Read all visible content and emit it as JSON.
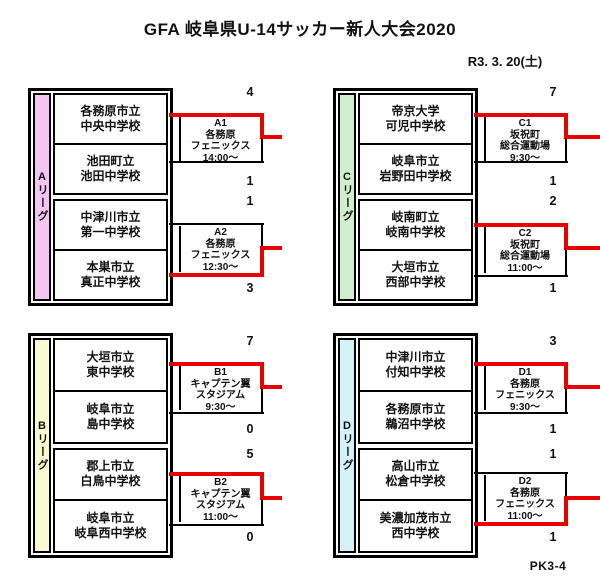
{
  "header": {
    "title": "GFA 岐阜県U-14サッカー新人大会2020",
    "date": "R3. 3. 20(土)"
  },
  "footer": {
    "pk_note": "PK3-4"
  },
  "colors": {
    "winner_line": "#e60000",
    "line_black": "#000000",
    "league_a_bar": "#f3c6f2",
    "league_b_bar": "#fafad0",
    "league_c_bar": "#cfeecb",
    "league_d_bar": "#d2f2f7"
  },
  "leagues": [
    {
      "name": "Aリーグ",
      "letter": "A",
      "kana": "リーグ",
      "teams": [
        {
          "name": "各務原市立\n中央中学校"
        },
        {
          "name": "池田町立\n池田中学校"
        },
        {
          "name": "中津川市立\n第一中学校"
        },
        {
          "name": "本巣市立\n真正中学校"
        }
      ],
      "matches": [
        {
          "code": "A1",
          "venue": "各務原フェニックス",
          "time": "14:00～",
          "info": "A1\n各務原\nフェニックス\n14:00～",
          "score_top": "4",
          "score_bottom": "1",
          "winner": "top"
        },
        {
          "code": "A2",
          "venue": "各務原フェニックス",
          "time": "12:30～",
          "info": "A2\n各務原\nフェニックス\n12:30～",
          "score_top": "1",
          "score_bottom": "3",
          "winner": "bottom"
        }
      ]
    },
    {
      "name": "Bリーグ",
      "letter": "B",
      "kana": "リーグ",
      "teams": [
        {
          "name": "大垣市立\n東中学校"
        },
        {
          "name": "岐阜市立\n島中学校"
        },
        {
          "name": "郡上市立\n白鳥中学校"
        },
        {
          "name": "岐阜市立\n岐阜西中学校"
        }
      ],
      "matches": [
        {
          "code": "B1",
          "venue": "キャプテン翼スタジアム",
          "time": "9:30～",
          "info": "B1\nキャプテン翼\nスタジアム\n9:30～",
          "score_top": "7",
          "score_bottom": "0",
          "winner": "top"
        },
        {
          "code": "B2",
          "venue": "キャプテン翼スタジアム",
          "time": "11:00～",
          "info": "B2\nキャプテン翼\nスタジアム\n11:00～",
          "score_top": "5",
          "score_bottom": "0",
          "winner": "top"
        }
      ]
    },
    {
      "name": "Cリーグ",
      "letter": "C",
      "kana": "リーグ",
      "teams": [
        {
          "name": "帝京大学\n可児中学校"
        },
        {
          "name": "岐阜市立\n岩野田中学校"
        },
        {
          "name": "岐南町立\n岐南中学校"
        },
        {
          "name": "大垣市立\n西部中学校"
        }
      ],
      "matches": [
        {
          "code": "C1",
          "venue": "坂祝町総合運動場",
          "time": "9:30～",
          "info": "C1\n坂祝町\n総合運動場\n9:30～",
          "score_top": "7",
          "score_bottom": "1",
          "winner": "top"
        },
        {
          "code": "C2",
          "venue": "坂祝町総合運動場",
          "time": "11:00～",
          "info": "C2\n坂祝町\n総合運動場\n11:00～",
          "score_top": "2",
          "score_bottom": "1",
          "winner": "top"
        }
      ]
    },
    {
      "name": "Dリーグ",
      "letter": "D",
      "kana": "リーグ",
      "teams": [
        {
          "name": "中津川市立\n付知中学校"
        },
        {
          "name": "各務原市立\n鵜沼中学校"
        },
        {
          "name": "高山市立\n松倉中学校"
        },
        {
          "name": "美濃加茂市立\n西中学校"
        }
      ],
      "matches": [
        {
          "code": "D1",
          "venue": "各務原フェニックス",
          "time": "9:30～",
          "info": "D1\n各務原\nフェニックス\n9:30～",
          "score_top": "3",
          "score_bottom": "1",
          "winner": "top"
        },
        {
          "code": "D2",
          "venue": "各務原フェニックス",
          "time": "11:00～",
          "info": "D2\n各務原\nフェニックス\n11:00～",
          "score_top": "1",
          "score_bottom": "1",
          "winner": "bottom",
          "note": "PK3-4"
        }
      ]
    }
  ]
}
